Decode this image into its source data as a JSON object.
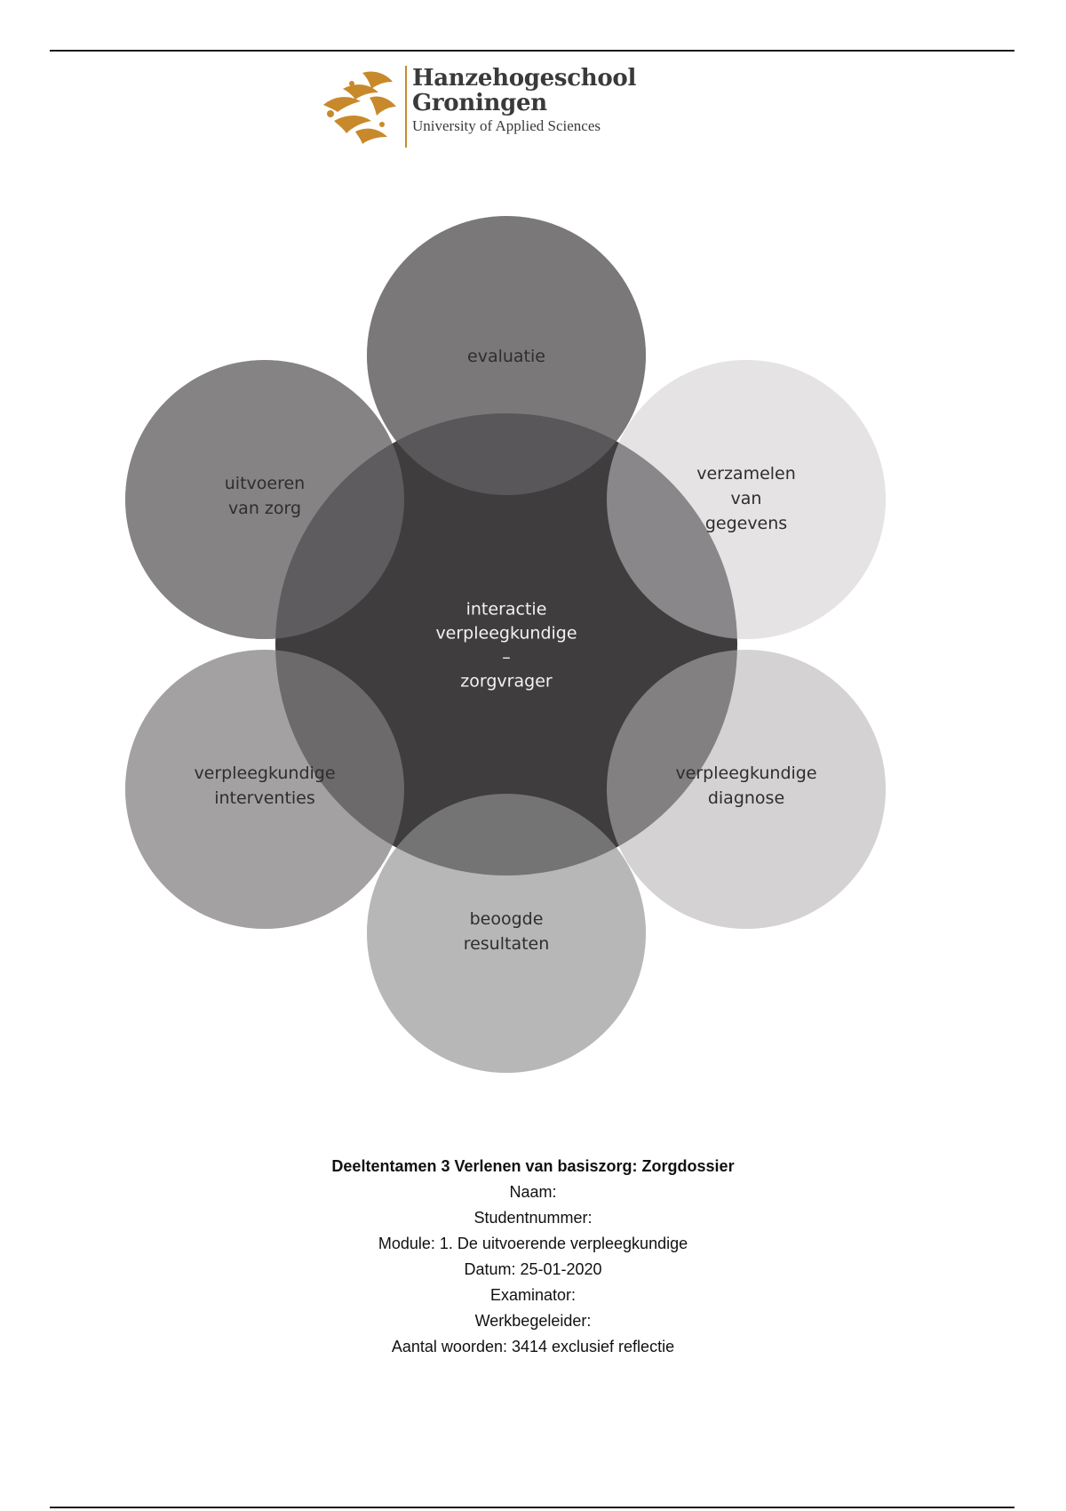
{
  "logo": {
    "line1": "Hanzehogeschool",
    "line2": "Groningen",
    "line3": "University of Applied Sciences",
    "accent_color": "#c8892a"
  },
  "diagram": {
    "center": {
      "lines": [
        "interactie",
        "verpleegkundige",
        "–",
        "zorgvrager"
      ]
    },
    "petals": [
      {
        "id": "evaluatie",
        "lines": [
          "evaluatie"
        ],
        "color": "#7a7879"
      },
      {
        "id": "verzamelen",
        "lines": [
          "verzamelen",
          "van",
          "gegevens"
        ],
        "color": "#e5e3e4"
      },
      {
        "id": "diagnose",
        "lines": [
          "verpleegkundige",
          "diagnose"
        ],
        "color": "#d4d2d3"
      },
      {
        "id": "resultaten",
        "lines": [
          "beoogde",
          "resultaten"
        ],
        "color": "#b9b7b8"
      },
      {
        "id": "interventies",
        "lines": [
          "verpleegkundige",
          "interventies"
        ],
        "color": "#a3a1a2"
      },
      {
        "id": "uitvoeren",
        "lines": [
          "uitvoeren",
          "van zorg"
        ],
        "color": "#858384"
      }
    ],
    "center_color": "#3f3d3e"
  },
  "cover": {
    "title": "Deeltentamen 3 Verlenen van basiszorg: Zorgdossier",
    "lines": [
      "Naam:",
      "Studentnummer:",
      "Module: 1. De uitvoerende verpleegkundige",
      "Datum: 25-01-2020",
      "Examinator:",
      "Werkbegeleider:",
      "Aantal woorden: 3414 exclusief reflectie"
    ]
  }
}
